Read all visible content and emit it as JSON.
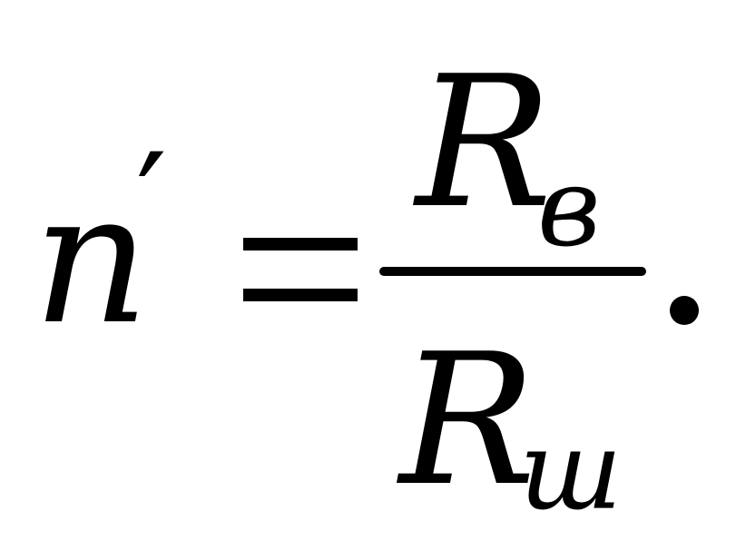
{
  "formula": {
    "lhs": {
      "variable": "n",
      "prime": "′"
    },
    "numerator": {
      "variable": "R",
      "subscript": "в"
    },
    "denominator": {
      "variable": "R",
      "subscript": "ш"
    }
  }
}
